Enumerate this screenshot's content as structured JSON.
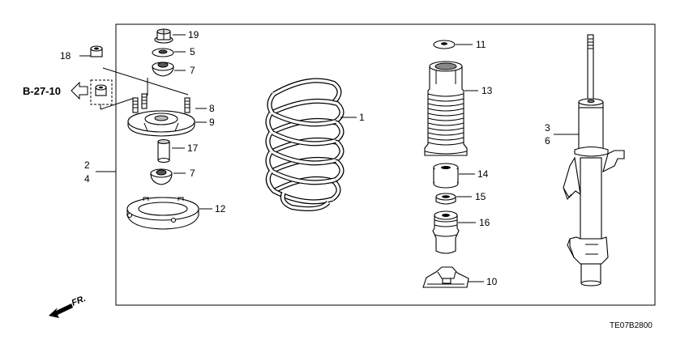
{
  "diagram": {
    "callouts": [
      "19",
      "5",
      "7",
      "18",
      "8",
      "9",
      "17",
      "7",
      "2",
      "4",
      "12",
      "1",
      "11",
      "13",
      "14",
      "15",
      "16",
      "10",
      "3",
      "6"
    ],
    "reference": "B-27-10",
    "front_marker": "FR.",
    "drawing_code": "TE07B2800"
  }
}
